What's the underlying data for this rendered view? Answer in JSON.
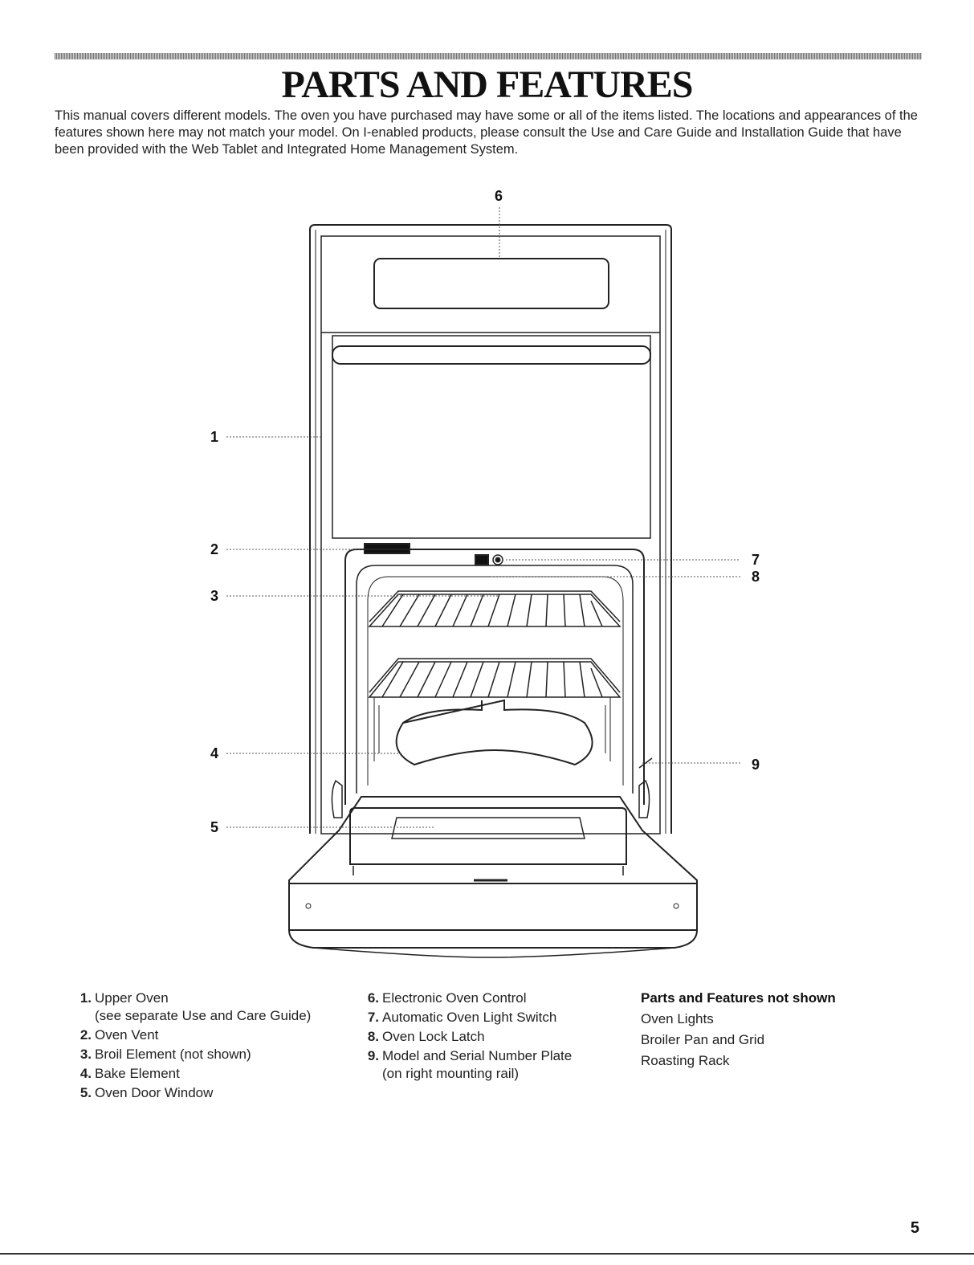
{
  "title": "PARTS AND FEATURES",
  "intro": "This manual covers different models. The oven you have purchased may have some or all of the items listed. The locations and appearances of the features shown here may not match your model. On I-enabled products, please consult the Use and Care Guide and Installation Guide that have been provided with the Web Tablet and Integrated Home Management System.",
  "callouts": [
    "1",
    "2",
    "3",
    "4",
    "5",
    "6",
    "7",
    "8",
    "9"
  ],
  "parts_left": [
    {
      "num": "1.",
      "label": "Upper Oven",
      "sub": "(see separate Use and Care Guide)"
    },
    {
      "num": "2.",
      "label": "Oven Vent"
    },
    {
      "num": "3.",
      "label": "Broil Element (not shown)"
    },
    {
      "num": "4.",
      "label": "Bake Element"
    },
    {
      "num": "5.",
      "label": "Oven Door Window"
    }
  ],
  "parts_middle": [
    {
      "num": "6.",
      "label": "Electronic Oven Control"
    },
    {
      "num": "7.",
      "label": "Automatic Oven Light Switch"
    },
    {
      "num": "8.",
      "label": "Oven Lock Latch"
    },
    {
      "num": "9.",
      "label": "Model and Serial Number Plate",
      "sub": "(on right mounting rail)"
    }
  ],
  "not_shown": {
    "heading": "Parts and Features not shown",
    "items": [
      "Oven Lights",
      "Broiler Pan and Grid",
      "Roasting Rack"
    ]
  },
  "page_number": "5"
}
